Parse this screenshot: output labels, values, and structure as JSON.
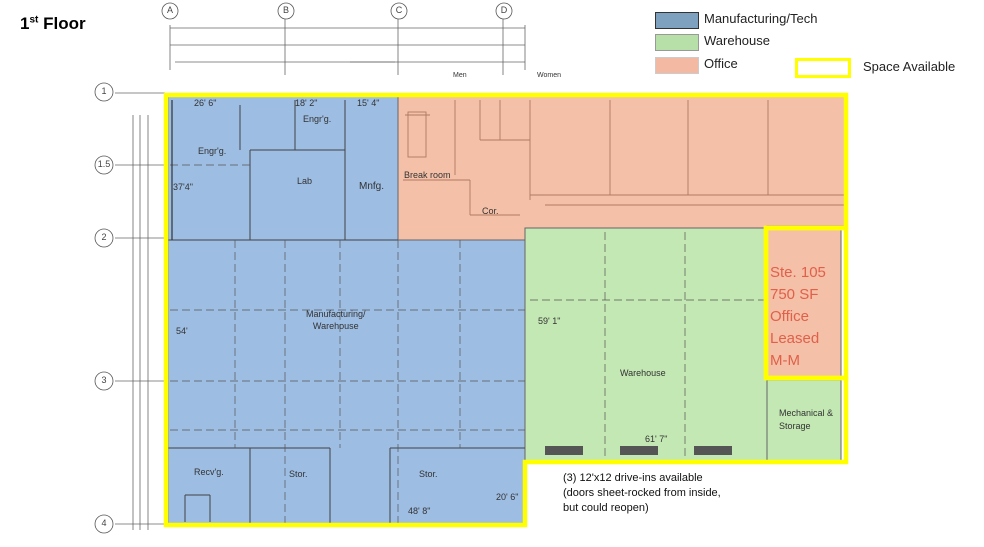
{
  "title": {
    "main": "1",
    "sup": "st",
    "rest": " Floor"
  },
  "legend": {
    "items": [
      {
        "label": "Manufacturing/Tech",
        "color": "#7fa1c0"
      },
      {
        "label": "Warehouse",
        "color": "#b7e0a8"
      },
      {
        "label": "Office",
        "color": "#f4b9a2"
      },
      {
        "label": "Space Available",
        "color": "#ffff00"
      }
    ]
  },
  "grid": {
    "columns": [
      "A",
      "B",
      "C",
      "D"
    ],
    "rows": [
      "1",
      "1.5",
      "2",
      "3",
      "4"
    ]
  },
  "rooms": {
    "engrg_1": "Engr'g.",
    "engrg_2": "Engr'g.",
    "lab": "Lab",
    "mnfg": "Mnfg.",
    "break_room": "Break room",
    "cor": "Cor.",
    "manufacturing_warehouse": "Manufacturing/\nWarehouse",
    "warehouse": "Warehouse",
    "mechanical": "Mechanical &\nStorage",
    "recvg": "Recv'g.",
    "stor_1": "Stor.",
    "stor_2": "Stor.",
    "men": "Men",
    "women": "Women"
  },
  "dimensions": {
    "d1": "26' 6\"",
    "d2": "18' 2\"",
    "d3": "15' 4\"",
    "d4": "37'4\"",
    "d5": "54'",
    "d6": "59' 1\"",
    "d7": "61' 7\"",
    "d8": "48' 8\"",
    "d9": "20' 6\""
  },
  "suite": {
    "line1": "Ste. 105",
    "line2": "750 SF",
    "line3": "Office",
    "line4": "Leased",
    "line5": "M-M"
  },
  "note": {
    "line1": "(3) 12'x12 drive-ins available",
    "line2": "(doors sheet-rocked from inside,",
    "line3": "but could reopen)"
  }
}
